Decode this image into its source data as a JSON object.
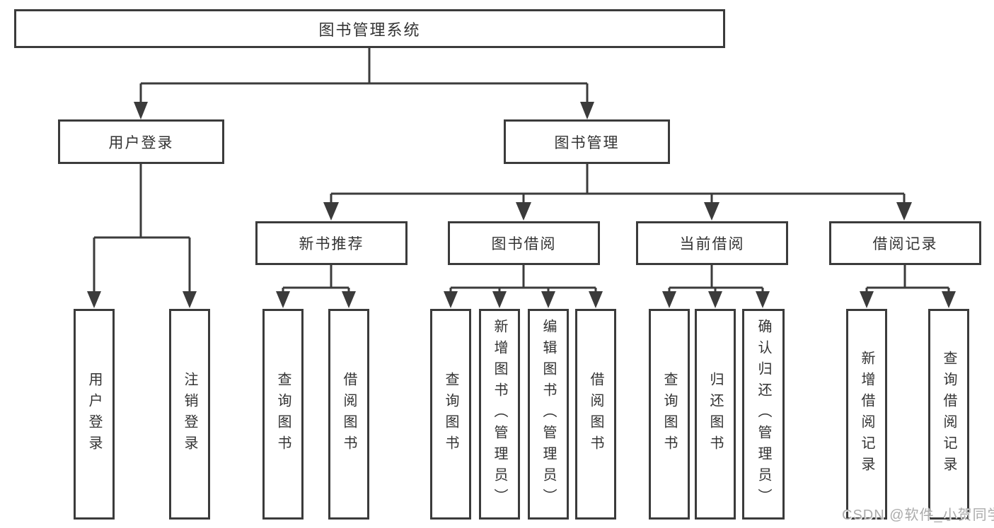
{
  "colors": {
    "line": "#3b3b3b",
    "box_border": "#3b3b3b",
    "text": "#333333",
    "background": "#ffffff",
    "watermark": "#ababab"
  },
  "watermark": {
    "text": "CSDN @软件_小贺同学"
  },
  "tree": {
    "label": "图书管理系统",
    "children": [
      {
        "label": "用户登录",
        "children": [
          {
            "label": "用户登录"
          },
          {
            "label": "注销登录"
          }
        ]
      },
      {
        "label": "图书管理",
        "children": [
          {
            "label": "新书推荐",
            "children": [
              {
                "label": "查询图书"
              },
              {
                "label": "借阅图书"
              }
            ]
          },
          {
            "label": "图书借阅",
            "children": [
              {
                "label": "查询图书"
              },
              {
                "label": "新增图书（管理员）"
              },
              {
                "label": "编辑图书（管理员）"
              },
              {
                "label": "借阅图书"
              }
            ]
          },
          {
            "label": "当前借阅",
            "children": [
              {
                "label": "查询图书"
              },
              {
                "label": "归还图书"
              },
              {
                "label": "确认归还（管理员）"
              }
            ]
          },
          {
            "label": "借阅记录",
            "children": [
              {
                "label": "新增借阅记录"
              },
              {
                "label": "查询借阅记录"
              }
            ]
          }
        ]
      }
    ]
  }
}
